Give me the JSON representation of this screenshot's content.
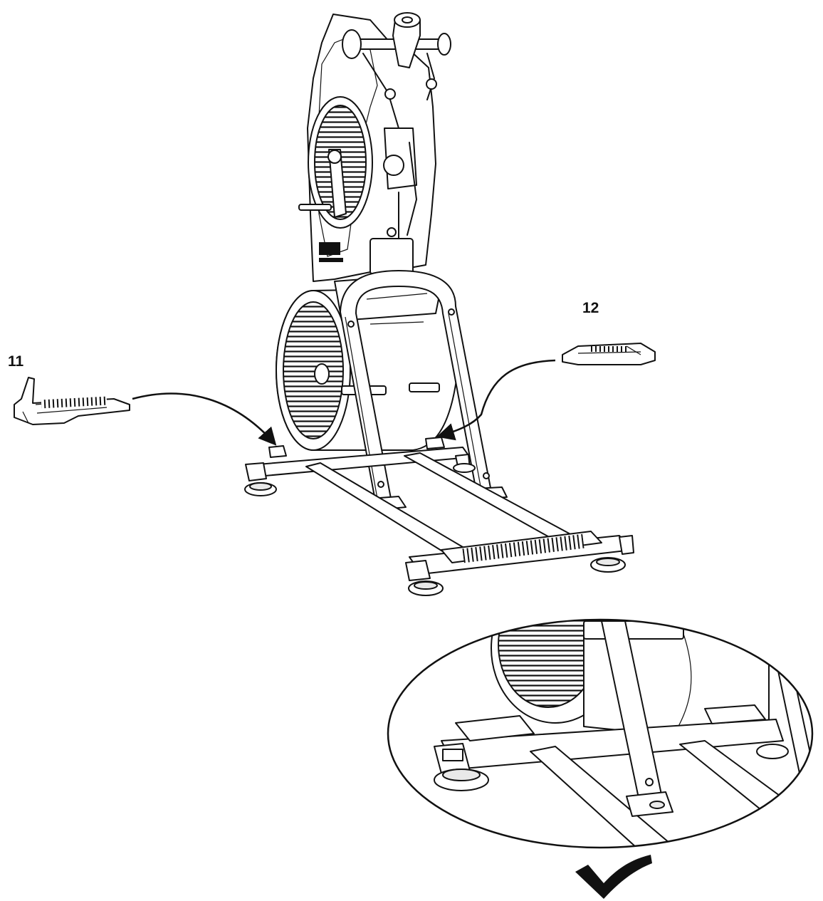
{
  "callouts": [
    {
      "id": "11",
      "label": "11"
    },
    {
      "id": "12",
      "label": "12"
    }
  ],
  "icons": {
    "machine": "air-bike-illustration",
    "part_11": "left-foot-pedal-part",
    "part_12": "right-foot-pedal-part",
    "detail": "detail-magnifier-ellipse",
    "confirm": "checkmark-icon"
  },
  "colors": {
    "line": "#111111",
    "background": "#ffffff"
  }
}
